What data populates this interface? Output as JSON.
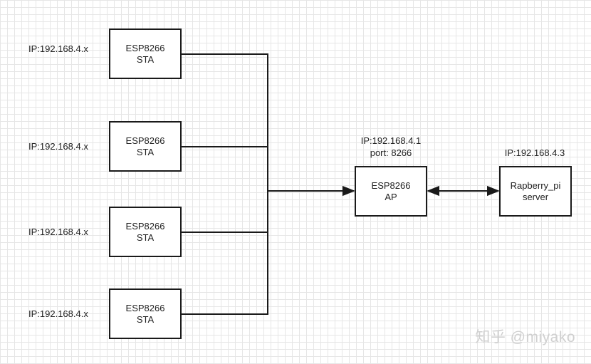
{
  "sta_nodes": [
    {
      "ip": "IP:192.168.4.x",
      "name": "ESP8266",
      "mode": "STA"
    },
    {
      "ip": "IP:192.168.4.x",
      "name": "ESP8266",
      "mode": "STA"
    },
    {
      "ip": "IP:192.168.4.x",
      "name": "ESP8266",
      "mode": "STA"
    },
    {
      "ip": "IP:192.168.4.x",
      "name": "ESP8266",
      "mode": "STA"
    }
  ],
  "ap_node": {
    "ip": "IP:192.168.4.1",
    "port": "port: 8266",
    "name": "ESP8266",
    "mode": "AP"
  },
  "server_node": {
    "ip": "IP:192.168.4.3",
    "name": "Rapberry_pi",
    "role": "server"
  },
  "watermark": "知乎 @miyako"
}
